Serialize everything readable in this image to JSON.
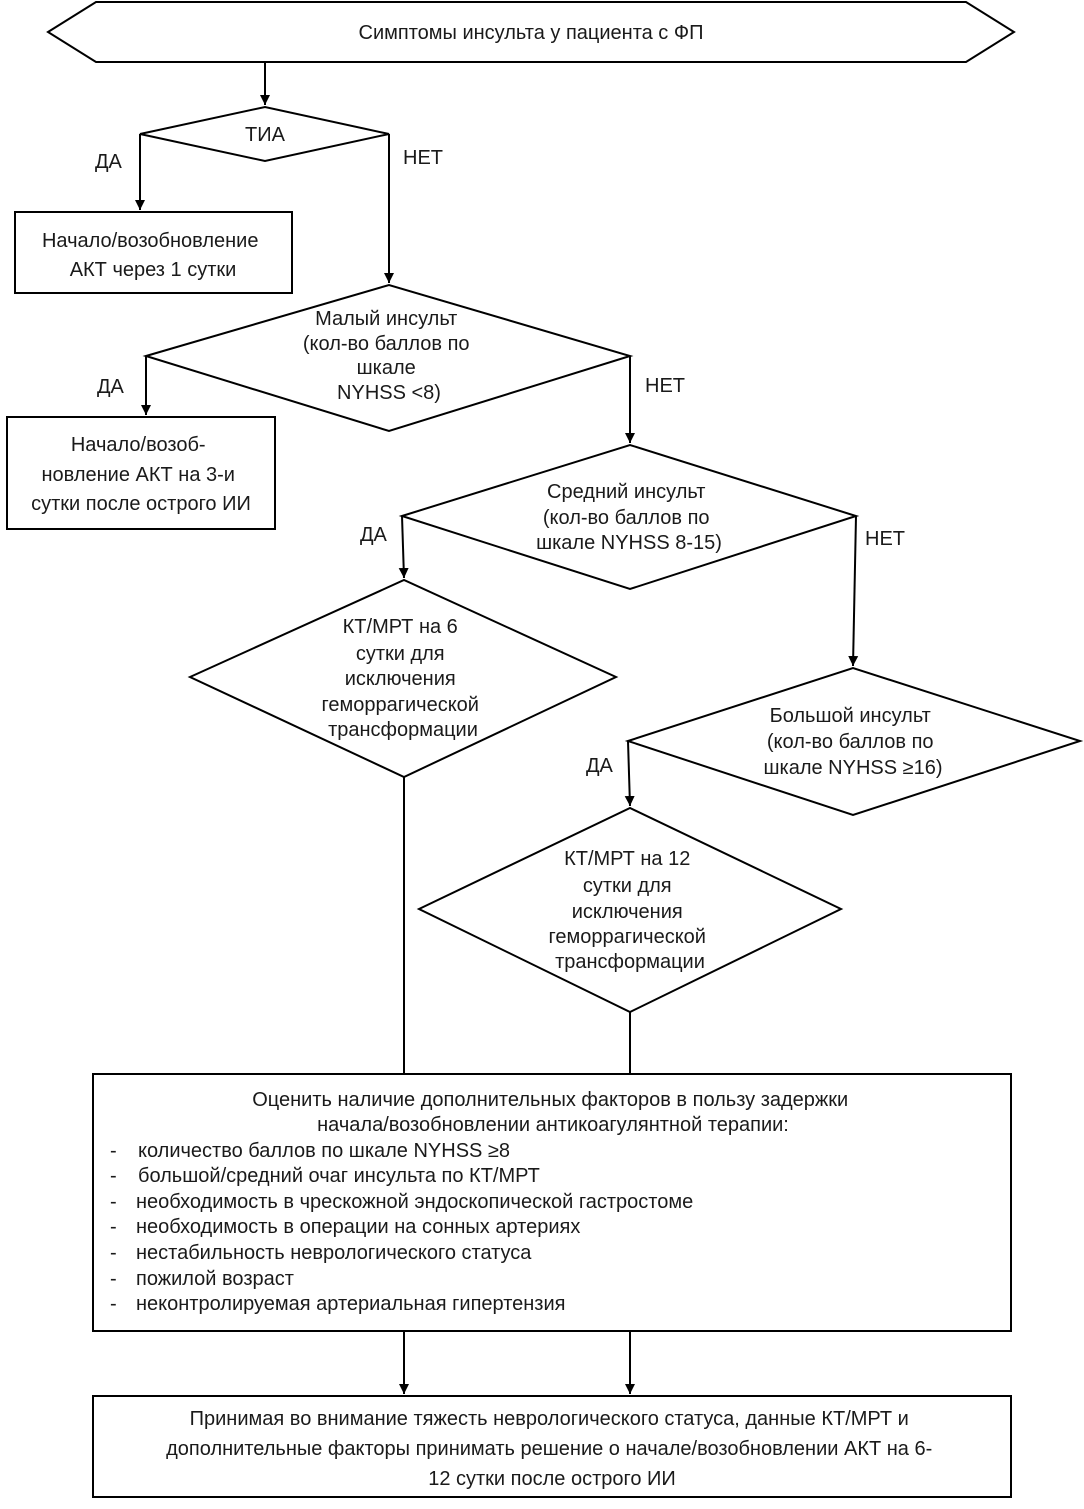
{
  "nodes": {
    "start": {
      "lines": [
        "Симптомы инсульта у пациента с  ФП"
      ]
    },
    "tia": {
      "lines": [
        "ТИА"
      ]
    },
    "tia_yes": {
      "lines": [
        "Начало/возобновление",
        "АКТ через 1 сутки"
      ]
    },
    "minor": {
      "lines": [
        "Малый инсульт",
        "(кол-во баллов по",
        "шкале",
        "NYHSS <8)"
      ]
    },
    "minor_yes": {
      "lines": [
        "Начало/возоб-",
        "новление АКТ на 3-и",
        "сутки после острого ИИ"
      ]
    },
    "moderate": {
      "lines": [
        "Средний  инсульт",
        "(кол-во баллов по",
        "шкале NYHSS 8-15)"
      ]
    },
    "ct6": {
      "lines": [
        "КТ/МРТ на 6",
        "сутки для",
        "исключения",
        "геморрагической",
        "трансформации"
      ]
    },
    "major": {
      "lines": [
        "Большой инсульт",
        "(кол-во баллов по",
        "шкале NYHSS ≥16)"
      ]
    },
    "ct12": {
      "lines": [
        "КТ/МРТ на 12",
        "сутки для",
        "исключения",
        "геморрагической",
        "трансформации"
      ]
    },
    "factors": {
      "title_lines": [
        "Оценить наличие дополнительных  факторов в пользу задержки",
        "начала/возобновлении антикоагулянтной терапии:"
      ],
      "bullet": "-",
      "items": [
        "количество  баллов по шкале NYHSS ≥8",
        "большой/средний очаг инсульта по КТ/МРТ",
        "необходимость в чрескожной эндоскопической гастростоме",
        "необходимость в операции на сонных артериях",
        "нестабильность неврологического статуса",
        "пожилой возраст",
        "неконтролируемая артериальная гипертензия"
      ]
    },
    "final": {
      "lines": [
        "Принимая во внимание тяжесть неврологического статуса, данные КТ/МРТ и",
        "дополнительные факторы  принимать решение  о начале/возобновлении  АКТ на 6-",
        "12 сутки  после острого ИИ"
      ]
    }
  },
  "edge_labels": {
    "tia_da": "ДА",
    "tia_net": "НЕТ",
    "minor_da": "ДА",
    "minor_net": "НЕТ",
    "moderate_da": "ДА",
    "moderate_net": "НЕТ",
    "major_da": "ДА"
  }
}
